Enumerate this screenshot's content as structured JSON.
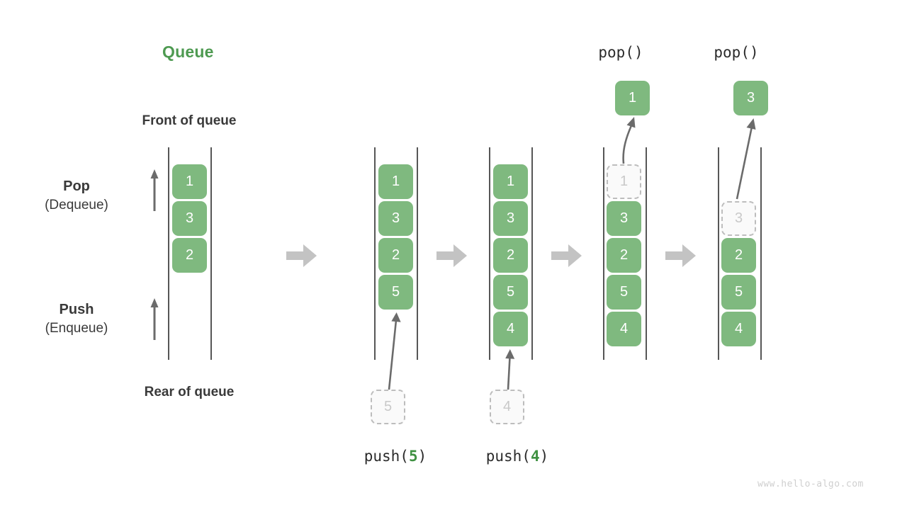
{
  "title": "Queue",
  "labels": {
    "front_of_queue": "Front of queue",
    "rear_of_queue": "Rear of queue",
    "pop_main": "Pop",
    "pop_sub": "(Dequeue)",
    "push_main": "Push",
    "push_sub": "(Enqueue)"
  },
  "operations": {
    "push5_prefix": "push(",
    "push5_value": "5",
    "push5_suffix": ")",
    "push4_prefix": "push(",
    "push4_value": "4",
    "push4_suffix": ")",
    "pop_label_1": "pop()",
    "pop_label_2": "pop()"
  },
  "colors": {
    "cell_fill": "#7fb97f",
    "cell_text": "#ffffff",
    "ghost_fill": "#fafafa",
    "ghost_border": "#bdbdbd",
    "ghost_text": "#c9c9c9",
    "title_green": "#4e9a51",
    "rail": "#565656",
    "block_arrow": "#c3c3c3",
    "thin_arrow": "#6b6b6b",
    "watermark": "#cfcfcf"
  },
  "columns": [
    {
      "id": "initial",
      "cells": [
        {
          "value": "1",
          "state": "filled",
          "row": 0
        },
        {
          "value": "3",
          "state": "filled",
          "row": 1
        },
        {
          "value": "2",
          "state": "filled",
          "row": 2
        }
      ]
    },
    {
      "id": "after-push-5",
      "cells": [
        {
          "value": "1",
          "state": "filled",
          "row": 0
        },
        {
          "value": "3",
          "state": "filled",
          "row": 1
        },
        {
          "value": "2",
          "state": "filled",
          "row": 2
        },
        {
          "value": "5",
          "state": "filled",
          "row": 3
        }
      ],
      "incoming": {
        "value": "5",
        "state": "ghost"
      }
    },
    {
      "id": "after-push-4",
      "cells": [
        {
          "value": "1",
          "state": "filled",
          "row": 0
        },
        {
          "value": "3",
          "state": "filled",
          "row": 1
        },
        {
          "value": "2",
          "state": "filled",
          "row": 2
        },
        {
          "value": "5",
          "state": "filled",
          "row": 3
        },
        {
          "value": "4",
          "state": "filled",
          "row": 4
        }
      ],
      "incoming": {
        "value": "4",
        "state": "ghost"
      }
    },
    {
      "id": "after-pop-1",
      "cells": [
        {
          "value": "1",
          "state": "ghost",
          "row": 0
        },
        {
          "value": "3",
          "state": "filled",
          "row": 1
        },
        {
          "value": "2",
          "state": "filled",
          "row": 2
        },
        {
          "value": "5",
          "state": "filled",
          "row": 3
        },
        {
          "value": "4",
          "state": "filled",
          "row": 4
        }
      ],
      "outgoing": {
        "value": "1",
        "state": "filled"
      }
    },
    {
      "id": "after-pop-3",
      "cells": [
        {
          "value": "3",
          "state": "ghost",
          "row": 1
        },
        {
          "value": "2",
          "state": "filled",
          "row": 2
        },
        {
          "value": "5",
          "state": "filled",
          "row": 3
        },
        {
          "value": "4",
          "state": "filled",
          "row": 4
        }
      ],
      "outgoing": {
        "value": "3",
        "state": "filled"
      }
    }
  ],
  "watermark": "www.hello-algo.com"
}
